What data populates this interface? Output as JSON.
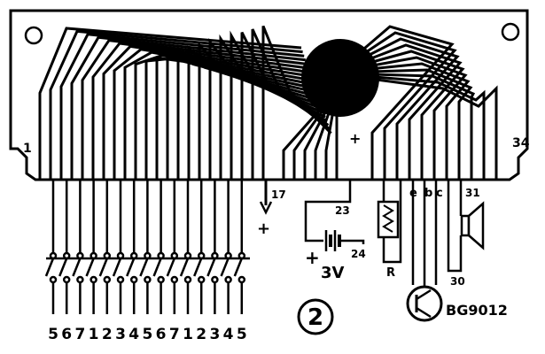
{
  "board": {
    "pin_left": "1",
    "pin_right": "34",
    "plus_top": "+"
  },
  "terminals": {
    "t17": "17",
    "plus_17": "+",
    "t23": "23",
    "t24": "24",
    "t31": "31",
    "t30": "30",
    "e": "e",
    "b": "b",
    "c": "c",
    "r": "R"
  },
  "battery": {
    "plus": "+",
    "voltage": "3V"
  },
  "transistor": {
    "model": "BG9012"
  },
  "figure": {
    "number": "2"
  },
  "keys": [
    "5",
    "6",
    "7",
    "1",
    "2",
    "3",
    "4",
    "5",
    "6",
    "7",
    "1",
    "2",
    "3",
    "4",
    "5"
  ],
  "colors": {
    "ink": "#000000",
    "paper": "#ffffff"
  }
}
